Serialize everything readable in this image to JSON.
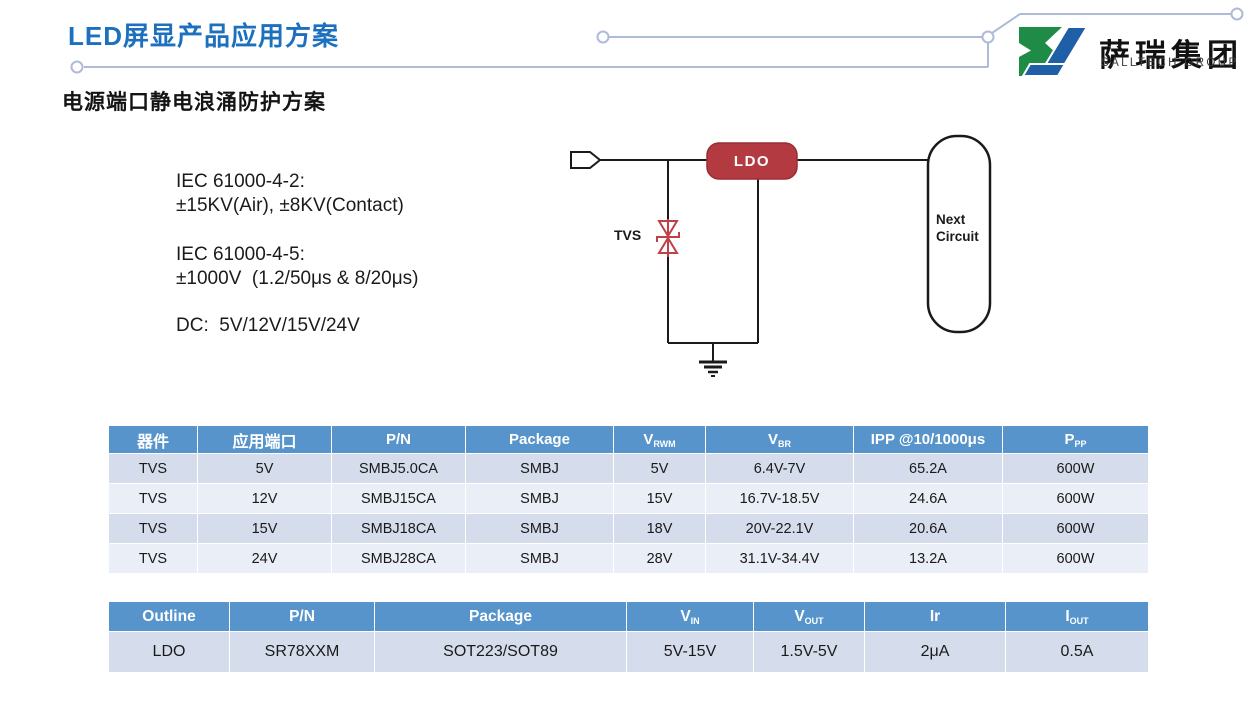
{
  "slide": {
    "title": "LED屏显产品应用方案",
    "subtitle": "电源端口静电浪涌防护方案"
  },
  "logo": {
    "name_cn": "萨瑞集团",
    "name_en": "SALLTECH GROUP",
    "mark_green": "#1E8C46",
    "mark_blue": "#1E5FA8"
  },
  "specs": {
    "esd_standard": "IEC 61000-4-2:",
    "esd_value": "±15KV(Air), ±8KV(Contact)",
    "surge_standard": "IEC 61000-4-5:",
    "surge_value": "±1000V  (1.2/50μs & 8/20μs)",
    "dc_line": "DC:  5V/12V/15V/24V"
  },
  "circuit": {
    "tvs_label": "TVS",
    "ldo_label": "LDO",
    "next_circuit_line1": "Next",
    "next_circuit_line2": "Circuit",
    "ldo_fill": "#B43A42",
    "tvs_color": "#C04048",
    "wire_color": "#1a1a1a"
  },
  "colors": {
    "title_blue": "#1C70BD",
    "table_header_bg": "#5694CB",
    "band_dark": "#D5DDEC",
    "band_light": "#EAEEF6",
    "decor_line": "#AEBBD8"
  },
  "tvs_table": {
    "headers": [
      {
        "main": "器件",
        "sub": ""
      },
      {
        "main": "应用端口",
        "sub": ""
      },
      {
        "main": "P/N",
        "sub": ""
      },
      {
        "main": "Package",
        "sub": ""
      },
      {
        "main": "V",
        "sub": "RWM"
      },
      {
        "main": "V",
        "sub": "BR"
      },
      {
        "main": "IPP @10/1000μs",
        "sub": ""
      },
      {
        "main": "P",
        "sub": "PP"
      }
    ],
    "rows": [
      [
        "TVS",
        "5V",
        "SMBJ5.0CA",
        "SMBJ",
        "5V",
        "6.4V-7V",
        "65.2A",
        "600W"
      ],
      [
        "TVS",
        "12V",
        "SMBJ15CA",
        "SMBJ",
        "15V",
        "16.7V-18.5V",
        "24.6A",
        "600W"
      ],
      [
        "TVS",
        "15V",
        "SMBJ18CA",
        "SMBJ",
        "18V",
        "20V-22.1V",
        "20.6A",
        "600W"
      ],
      [
        "TVS",
        "24V",
        "SMBJ28CA",
        "SMBJ",
        "28V",
        "31.1V-34.4V",
        "13.2A",
        "600W"
      ]
    ]
  },
  "ldo_table": {
    "headers": [
      {
        "main": "Outline",
        "sub": ""
      },
      {
        "main": "P/N",
        "sub": ""
      },
      {
        "main": "Package",
        "sub": ""
      },
      {
        "main": "V",
        "sub": "IN"
      },
      {
        "main": "V",
        "sub": "OUT"
      },
      {
        "main": "Ir",
        "sub": ""
      },
      {
        "main": "I",
        "sub": "OUT"
      }
    ],
    "rows": [
      [
        "LDO",
        "SR78XXM",
        "SOT223/SOT89",
        "5V-15V",
        "1.5V-5V",
        "2μA",
        "0.5A"
      ]
    ]
  }
}
